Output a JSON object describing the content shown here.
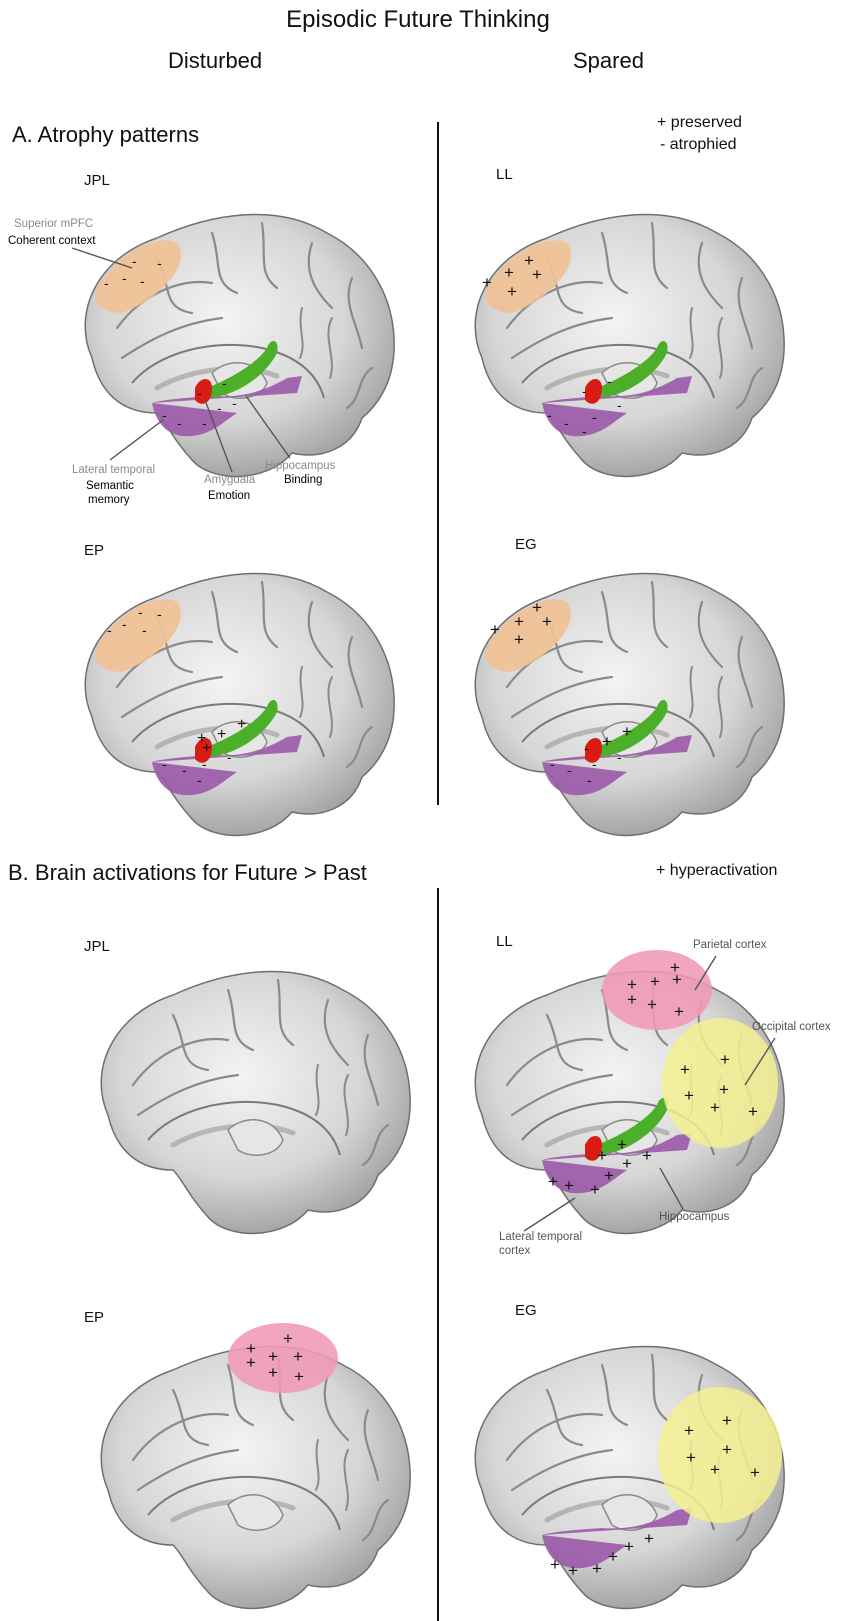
{
  "title": "Episodic Future Thinking",
  "columns": {
    "disturbed": "Disturbed",
    "spared": "Spared"
  },
  "section_a": {
    "heading": "A. Atrophy patterns",
    "legend": [
      "+ preserved",
      "- atrophied"
    ],
    "subjects": [
      "JPL",
      "LL",
      "EP",
      "EG"
    ],
    "labels": {
      "mpfc_region": "Superior mPFC",
      "mpfc_function": "Coherent context",
      "temporal_region": "Lateral temporal",
      "temporal_function_1": "Semantic",
      "temporal_function_2": "memory",
      "amygdala_region": "Amygdala",
      "amygdala_function": "Emotion",
      "hippocampus_region": "Hippocampus",
      "hippocampus_function": "Binding"
    }
  },
  "section_b": {
    "heading": "B. Brain activations for Future > Past",
    "legend": "+ hyperactivation",
    "subjects": [
      "JPL",
      "LL",
      "EP",
      "EG"
    ],
    "labels": {
      "parietal": "Parietal cortex",
      "occipital": "Occipital cortex",
      "hippocampus": "Hippocampus",
      "lateral_temporal_1": "Lateral temporal",
      "lateral_temporal_2": "cortex"
    }
  },
  "colors": {
    "mpfc": "#f2c193",
    "temporal": "#9b59a8",
    "hippocampus": "#4caf2a",
    "amygdala": "#d81c14",
    "parietal": "#f09ab4",
    "occipital": "#f3f090",
    "brain": "#cfcfcf"
  },
  "symbols": {
    "preserved": "+",
    "atrophied": "-"
  }
}
